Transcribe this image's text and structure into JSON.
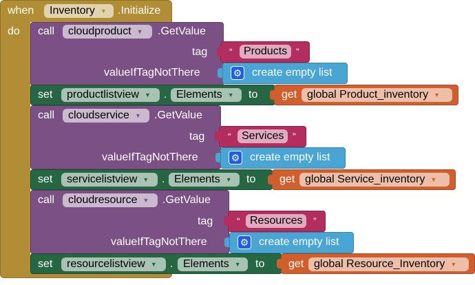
{
  "event": {
    "when_label": "when",
    "component": "Inventory",
    "event_name": ".Initialize",
    "do_label": "do"
  },
  "statements": [
    {
      "call_label": "call",
      "component": "cloudproduct",
      "method": ".GetValue",
      "tag_label": "tag",
      "tag_value": "Products",
      "default_label": "valueIfTagNotThere",
      "default_value": "create empty list",
      "set_label": "set",
      "target": "productlistview",
      "dot": ".",
      "property": "Elements",
      "to_label": "to",
      "get_label": "get",
      "variable": "global Product_inventory"
    },
    {
      "call_label": "call",
      "component": "cloudservice",
      "method": ".GetValue",
      "tag_label": "tag",
      "tag_value": "Services",
      "default_label": "valueIfTagNotThere",
      "default_value": "create empty list",
      "set_label": "set",
      "target": "servicelistview",
      "dot": ".",
      "property": "Elements",
      "to_label": "to",
      "get_label": "get",
      "variable": "global Service_inventory"
    },
    {
      "call_label": "call",
      "component": "cloudresource",
      "method": ".GetValue",
      "tag_label": "tag",
      "tag_value": "Resources",
      "default_label": "valueIfTagNotThere",
      "default_value": "create empty list",
      "set_label": "set",
      "target": "resourcelistview",
      "dot": ".",
      "property": "Elements",
      "to_label": "to",
      "get_label": "get",
      "variable": "global Resource_Inventory"
    }
  ],
  "quotes": {
    "open": "“",
    "close": "”"
  },
  "icons": {
    "dropdown": "dropdown-arrow-icon",
    "list": "gear-icon"
  },
  "colors": {
    "event": "#b18e35",
    "procedure": "#7a5085",
    "setter": "#266643",
    "text": "#b32d5e",
    "list": "#49a6d4",
    "variable": "#d05f2d"
  }
}
